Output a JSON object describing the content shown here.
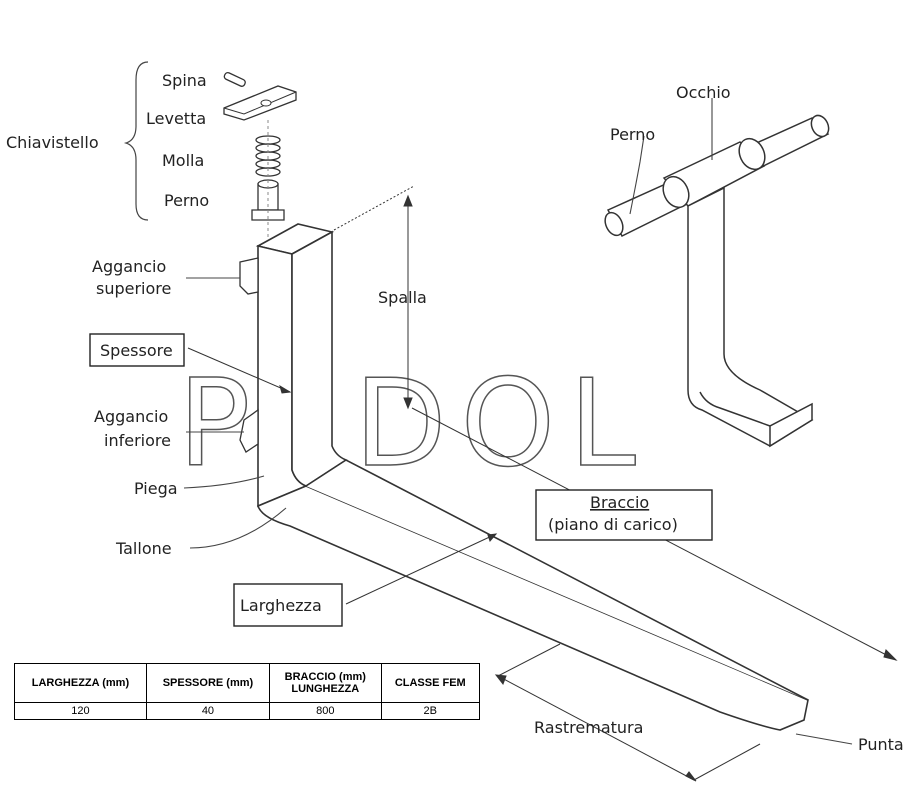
{
  "labels": {
    "chiavistello": "Chiavistello",
    "spina": "Spina",
    "levetta": "Levetta",
    "molla": "Molla",
    "perno_left": "Perno",
    "aggancio_sup_1": "Aggancio",
    "aggancio_sup_2": "superiore",
    "spessore": "Spessore",
    "aggancio_inf_1": "Aggancio",
    "aggancio_inf_2": "inferiore",
    "piega": "Piega",
    "tallone": "Tallone",
    "larghezza": "Larghezza",
    "spalla": "Spalla",
    "perno_right": "Perno",
    "occhio": "Occhio",
    "braccio_1": "Braccio",
    "braccio_2": "(piano di carico)",
    "rastrematura": "Rastrematura",
    "punta": "Punta"
  },
  "watermark": "PEDOL",
  "table": {
    "headers": [
      "LARGHEZZA (mm)",
      "SPESSORE (mm)",
      "BRACCIO (mm)\nLUNGHEZZA",
      "CLASSE FEM"
    ],
    "rows": [
      [
        "120",
        "40",
        "800",
        "2B"
      ]
    ]
  }
}
